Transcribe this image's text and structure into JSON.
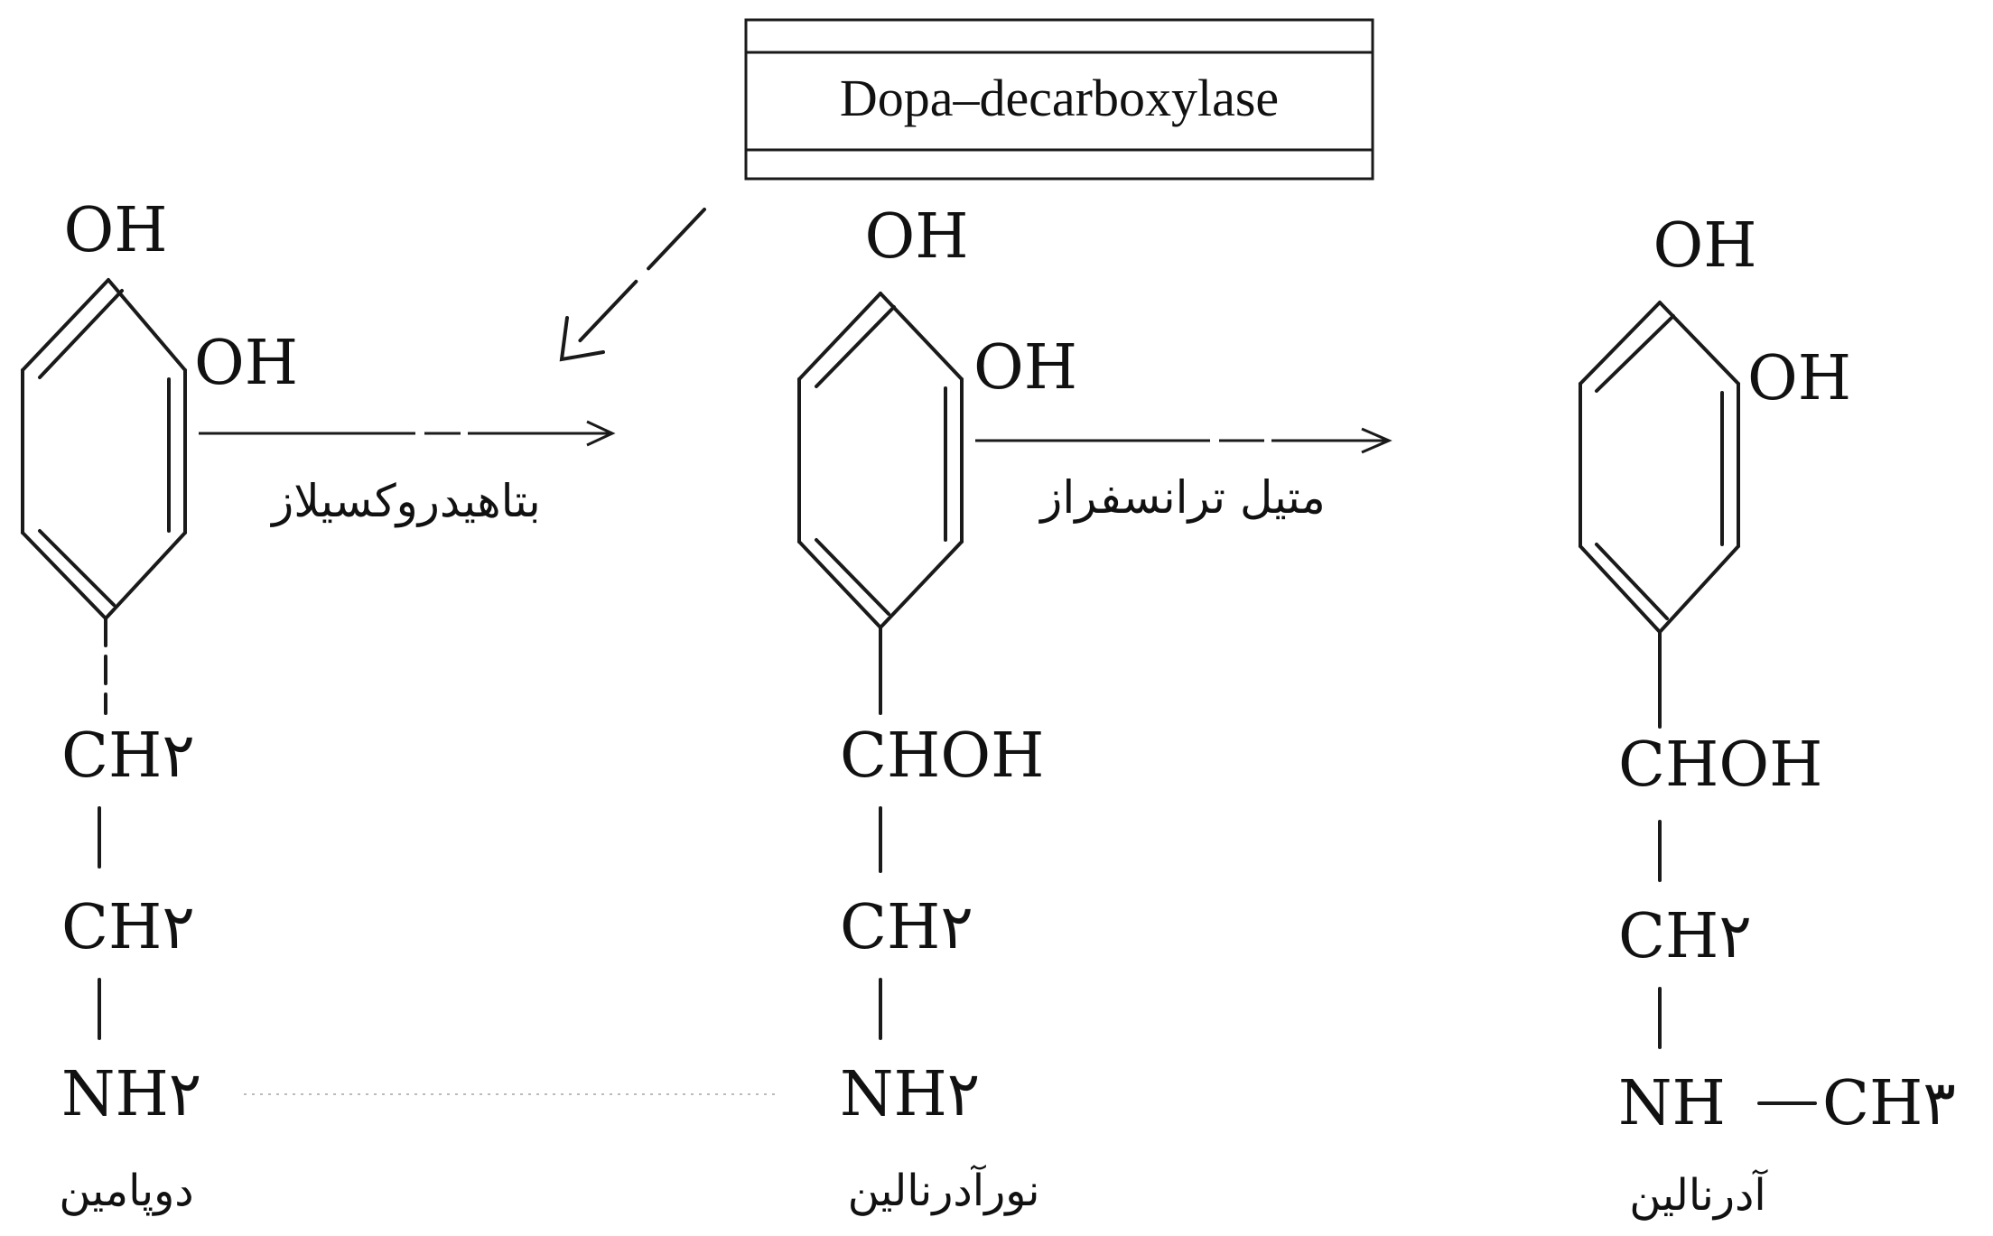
{
  "enzyme_box": {
    "label": "Dopa–decarboxylase"
  },
  "molecules": [
    {
      "name": "دوپامین",
      "ring_top": "OH",
      "ring_side": "OH",
      "chain": [
        "CH۲",
        "CH۲",
        "NH۲"
      ]
    },
    {
      "name": "نورآدرنالین",
      "ring_top": "OH",
      "ring_side": "OH",
      "chain": [
        "CHOH",
        "CH۲",
        "NH۲"
      ]
    },
    {
      "name": "آدرنالین",
      "ring_top": "OH",
      "ring_side": "OH",
      "chain": [
        "CHOH",
        "CH۲",
        "NH",
        "CH۳"
      ]
    }
  ],
  "reactions": [
    {
      "enzyme": "بتاهیدروکسیلاز"
    },
    {
      "enzyme": "متیل ترانسفراز"
    }
  ],
  "colors": {
    "ink": "#111111",
    "paper": "#ffffff"
  }
}
